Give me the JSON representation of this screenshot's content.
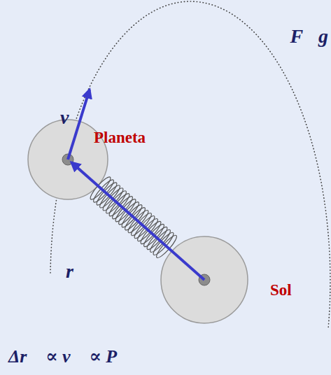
{
  "diagram": {
    "labels": [
      "F⃗g",
      "v⃗",
      "Planeta",
      "r⃗",
      "Sol",
      "Δr⃗ ∝ v⃗ ∝ P⃗"
    ]
  }
}
